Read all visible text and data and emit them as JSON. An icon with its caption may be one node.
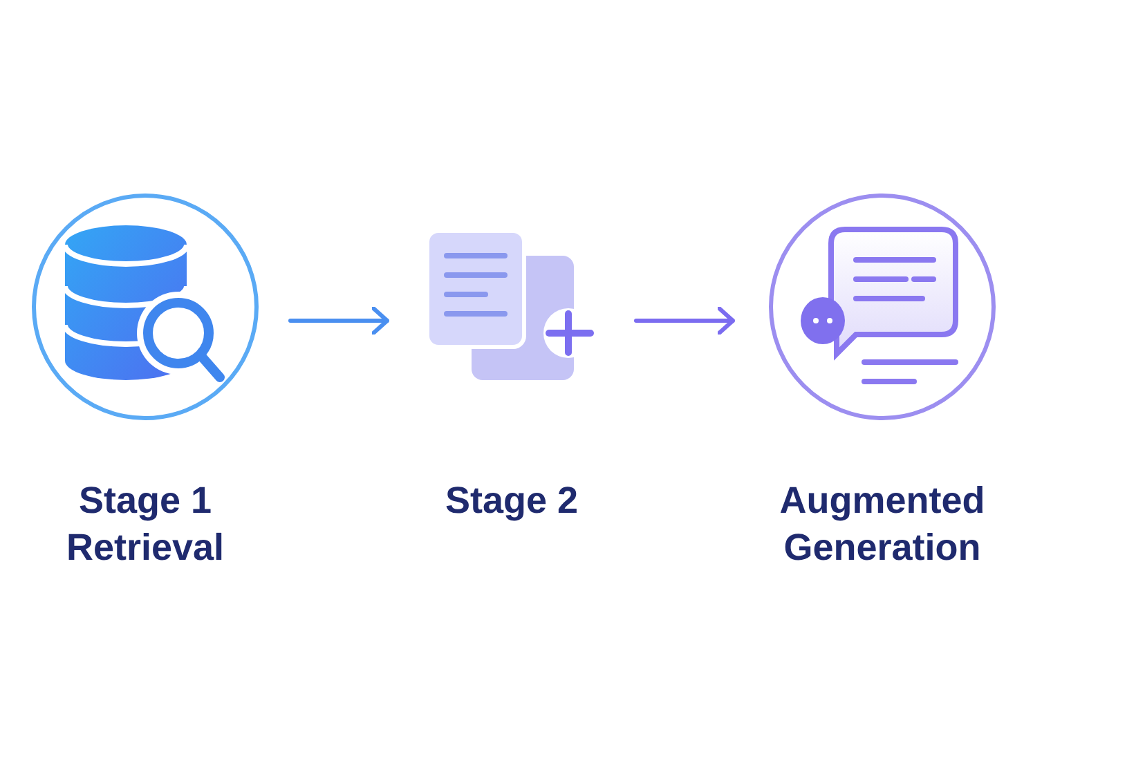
{
  "diagram": {
    "nodes": [
      {
        "text": [
          "Stage 1 Retrieval"
        ]
      },
      {
        "text": [
          "Stage 2"
        ]
      },
      {
        "text": [
          "Augmented Generation"
        ]
      }
    ],
    "edges": [
      {
        "from": 0,
        "to": 1,
        "arrow": "to",
        "color": "#4a8ff0"
      },
      {
        "from": 1,
        "to": 2,
        "arrow": "to",
        "color": "#7b6cf0"
      }
    ]
  }
}
